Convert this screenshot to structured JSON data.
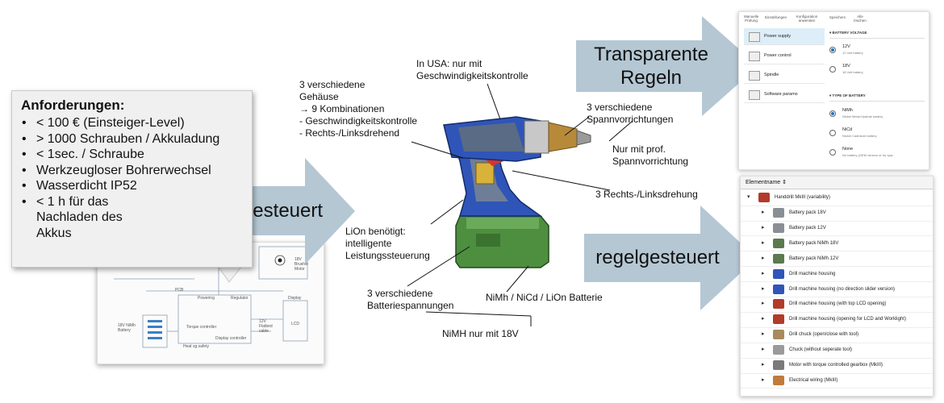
{
  "requirements": {
    "title": "Anforderungen:",
    "items": [
      "< 100 € (Einsteiger-Level)",
      "> 1000 Schrauben / Akkuladung",
      "< 1sec. / Schraube",
      "Werkzeugloser Bohrerwechsel",
      "Wasserdicht IP52",
      "< 1 h für das",
      "Nachladen des",
      "Akkus"
    ]
  },
  "arrows": {
    "systemgesteuert": "systemgesteuert",
    "transparente_line1": "Transparente",
    "transparente_line2": "Regeln",
    "regelgesteuert": "regelgesteuert"
  },
  "annotations": {
    "gehaeuse_1": "3 verschiedene",
    "gehaeuse_2": "Gehäuse",
    "gehaeuse_3": "→ 9 Kombinationen",
    "gehaeuse_4": "-   Geschwindigkeitskontrolle",
    "gehaeuse_5": "-   Rechts-/Linksdrehend",
    "usa_1": "In USA: nur mit",
    "usa_2": "Geschwindigkeitskontrolle",
    "spann_1": "3 verschiedene",
    "spann_2": "Spannvorrichtungen",
    "prof_1": "Nur mit prof.",
    "prof_2": "Spannvorrichtung",
    "rechts": "3 Rechts-/Linksdrehung",
    "lion_1": "LiOn benötigt:",
    "lion_2": "intelligente",
    "lion_3": "Leistungssteuerung",
    "batt_1": "3 verschiedene",
    "batt_2": "Batteriespannungen",
    "batterie": "NiMh / NiCd / LiOn  Batterie",
    "nimh": "NiMH nur mit 18V"
  },
  "schematic": {
    "labels": [
      "PCB",
      "Powering",
      "Regulator",
      "Torque controller",
      "Display controller",
      "Heat sg safety",
      "18V NiMh Battery",
      "Display",
      "LCD",
      "12V Flatbed cable",
      "18V Brushle Motor"
    ]
  },
  "config_panel": {
    "toolbar": [
      "Manuelle Prüfung",
      "Einstellungen",
      "Konfiguration anwenden",
      "Speichern",
      "Alle löschen"
    ],
    "nav": [
      "Power supply",
      "Power control",
      "Spindle",
      "Software params"
    ],
    "section_voltage": "BATTERY VOLTAGE",
    "voltage_options": [
      {
        "main": "12V",
        "sub": "12 Volt battery"
      },
      {
        "main": "18V",
        "sub": "18 Volt battery"
      }
    ],
    "section_type": "TYPE OF BATTERY",
    "type_options": [
      {
        "main": "NiMh",
        "sub": "Nickel Metal-Hydride battery"
      },
      {
        "main": "NiCd",
        "sub": "Nickel Cadmium battery"
      },
      {
        "main": "None",
        "sub": "No battery (OEM version or for spa..."
      }
    ]
  },
  "tree": {
    "header": "Elementname",
    "root": "Handdrill MkIII (variability)",
    "items": [
      "Battery pack 18V",
      "Battery pack 12V",
      "Battery pack NiMh 18V",
      "Battery pack NiMh 12V",
      "Drill machine housing",
      "Drill machine housing (no direction slider version)",
      "Drill machine housing (with top LCD opening)",
      "Drill machine housing (opening for LCD and Worklight)",
      "Drill chuck (open/close with tool)",
      "Chuck (without seperate tool)",
      "Motor with torque controlled gearbox (MkIII)",
      "Electrical wiring (MkIII)"
    ]
  },
  "colors": {
    "arrow": "#b4c7d3",
    "drill_blue": "#2f55b8",
    "battery_green": "#4d8f3f",
    "selection": "#ddeef8"
  }
}
